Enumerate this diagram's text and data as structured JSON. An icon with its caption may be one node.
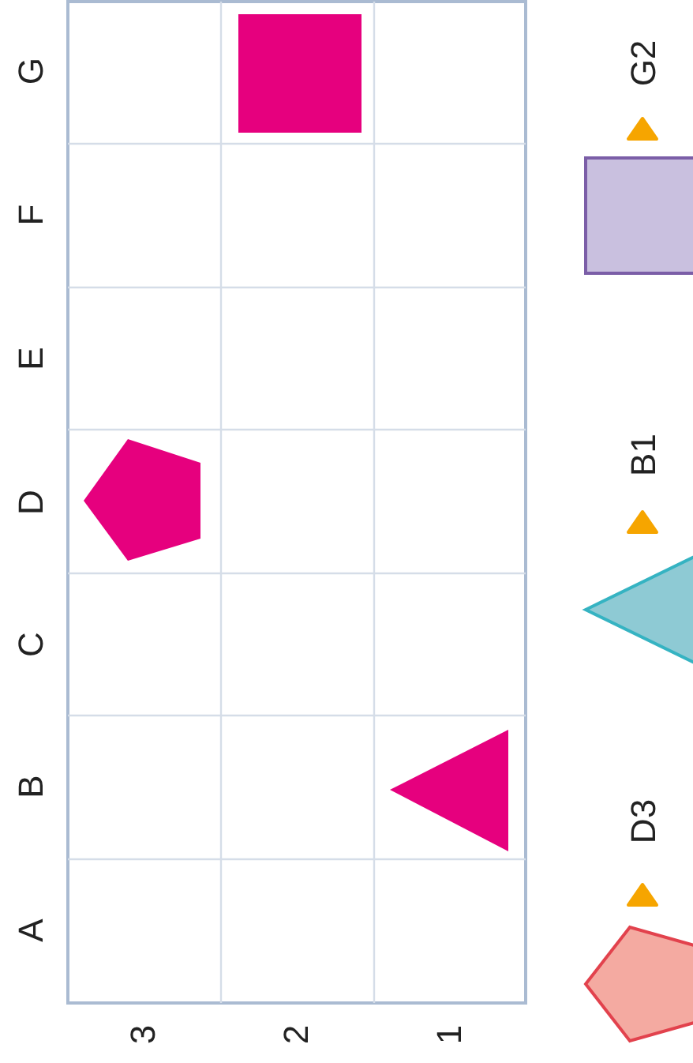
{
  "diagram": {
    "nodes": [
      {
        "text": [],
        "shape": "square"
      },
      {
        "text": [],
        "shape": "square"
      },
      {
        "text": [],
        "shape": "pentagon"
      },
      {
        "text": [],
        "shape": "triangle"
      },
      {
        "text": [],
        "shape": "triangle"
      },
      {
        "text": [],
        "shape": "pentagon"
      }
    ],
    "labels": [
      "G",
      "F",
      "E",
      "D",
      "C",
      "B",
      "A",
      "3",
      "2",
      "1",
      "G2",
      "B1",
      "D3"
    ]
  }
}
